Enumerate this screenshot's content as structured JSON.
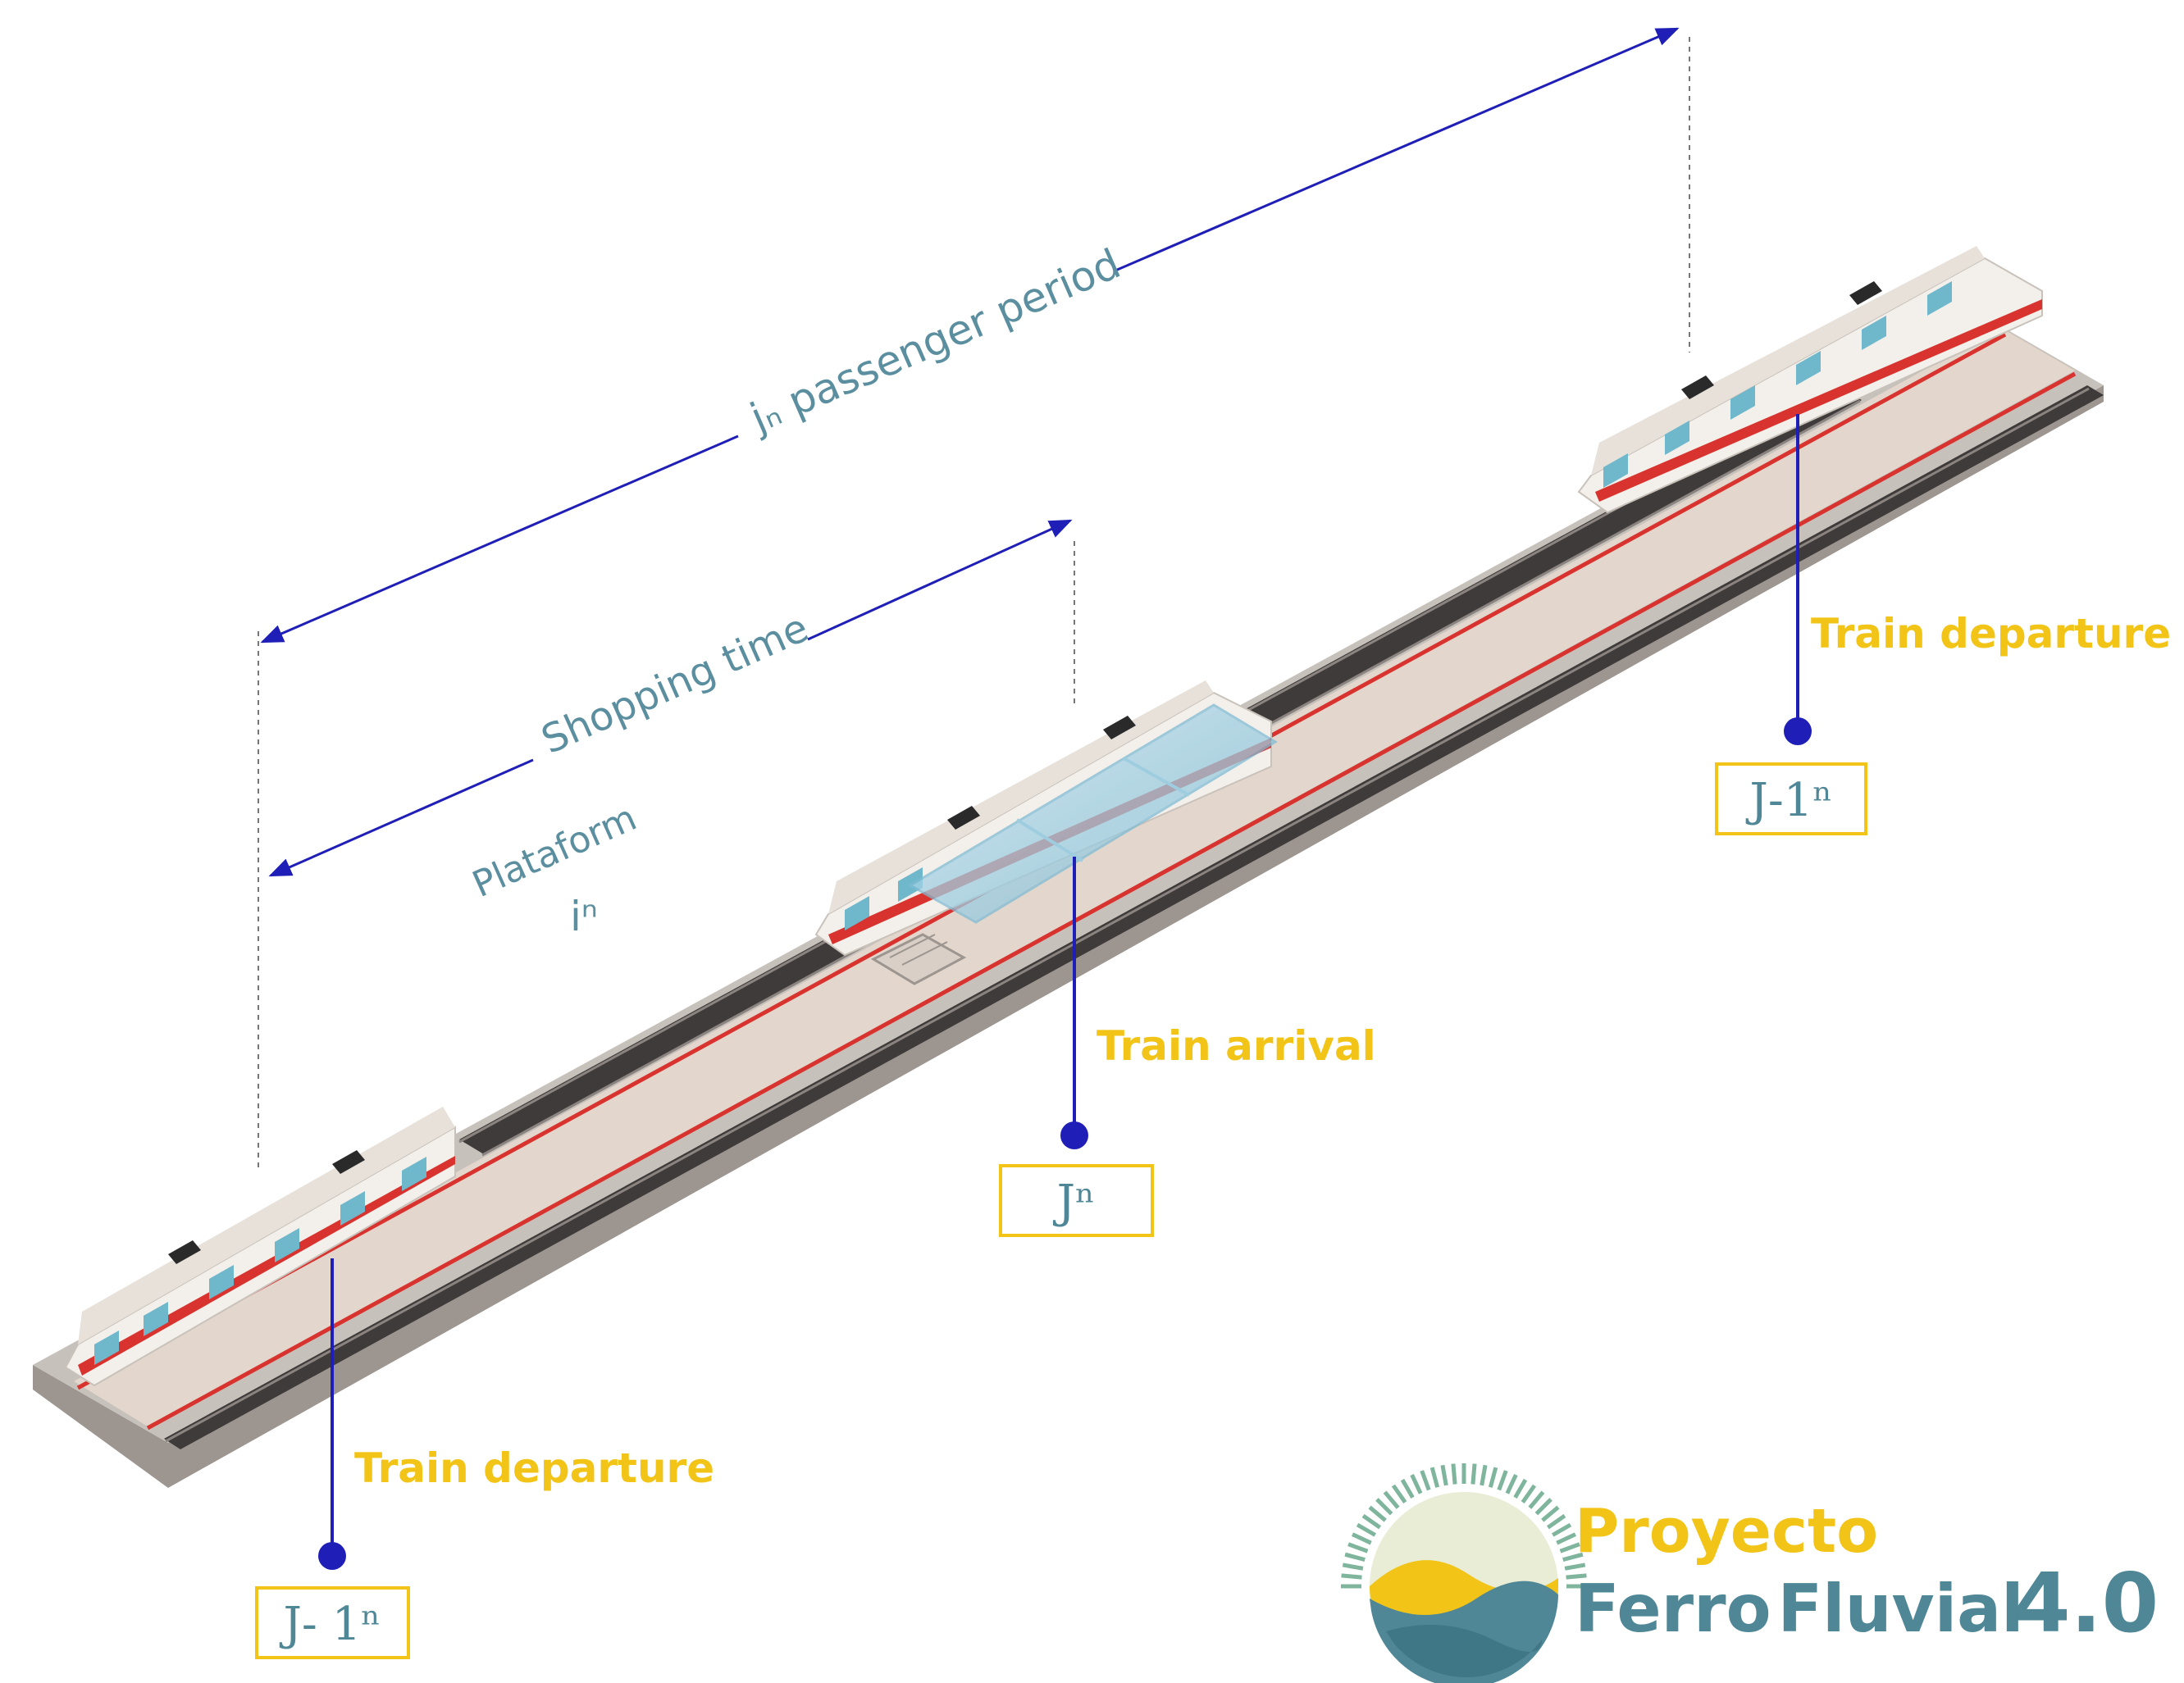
{
  "labels": {
    "passenger_period": "jₙ passenger period",
    "shopping_time": "Shopping time",
    "platform": "Plataform",
    "platform_symbol": "iⁿ",
    "train_arrival": "Train arrival",
    "train_departure_right": "Train departure",
    "train_departure_left": "Train departure"
  },
  "boxes": {
    "arrival": "Jⁿ",
    "departure_right": "J-1ⁿ",
    "departure_left": "J- 1ⁿ"
  },
  "logo": {
    "line1": "Proyecto",
    "line2_a": "Ferro",
    "line2_b": "Fluvial",
    "version": "4.0"
  },
  "colors": {
    "arrow": "#1f1fb8",
    "label_yellow": "#f2c417",
    "label_muted": "#5b8fa0",
    "rail_red": "#d8332e",
    "platform": "#e3d6cc",
    "logo_blue": "#4f8796"
  }
}
